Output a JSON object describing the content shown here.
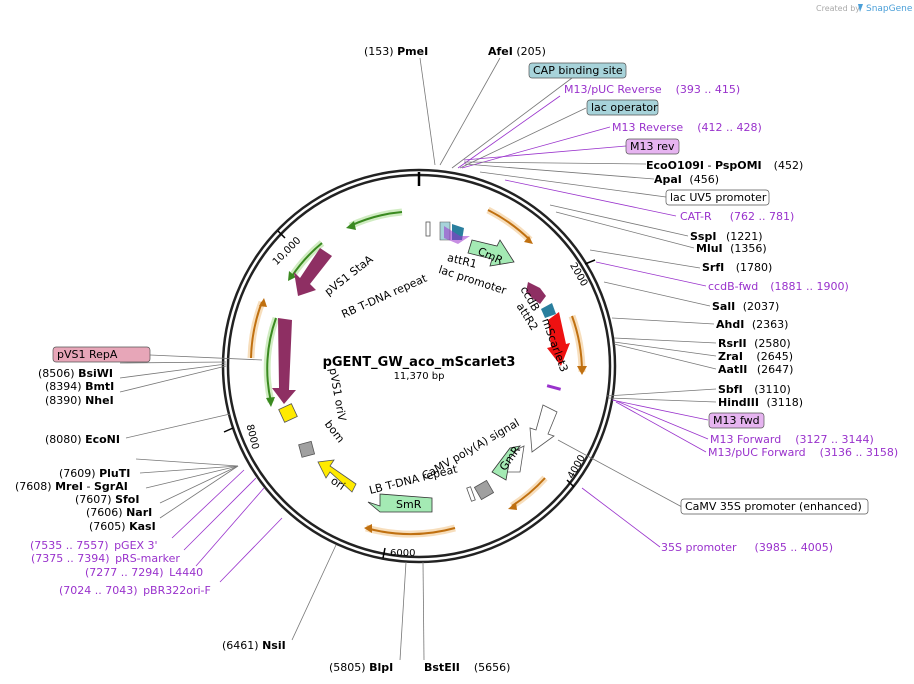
{
  "header": {
    "created_by": "Created by",
    "app_name": "SnapGene"
  },
  "plasmid": {
    "name": "pGENT_GW_aco_mScarlet3",
    "size": "11,370 bp",
    "ruler": [
      "2000",
      "4000",
      "6000",
      "8000",
      "10,000"
    ]
  },
  "colors": {
    "backbone": "#222222",
    "enzyme": "#000000",
    "primer": "#9932cc",
    "feature_box_blue": "#a7d3da",
    "feature_box_purple": "#e6b4f0",
    "feature_box_pink": "#e7a6b8",
    "resistance": "#a4eab4",
    "orange": "#e8a040",
    "green": "#78c850",
    "maroon": "#8e2f63",
    "red": "#ee1111",
    "teal": "#2a7f9e",
    "yellow": "#ffea00",
    "grey": "#a0a0a0"
  },
  "labels": {
    "pmei": {
      "pos": "(153)",
      "name": "PmeI"
    },
    "afei": {
      "name": "AfeI",
      "pos": "(205)"
    },
    "cap": {
      "name": "CAP binding site"
    },
    "m13puc_rev": {
      "name": "M13/pUC Reverse",
      "pos": "(393 .. 415)"
    },
    "lac_op": {
      "name": "lac operator"
    },
    "m13_rev": {
      "name": "M13 Reverse",
      "pos": "(412 .. 428)"
    },
    "m13rev_box": {
      "name": "M13 rev"
    },
    "eco": {
      "name1": "EcoO109I",
      "sep": " - ",
      "name2": "PspOMI",
      "pos": "(452)"
    },
    "apai": {
      "name": "ApaI",
      "pos": "(456)"
    },
    "lacuv5": {
      "name": "lac UV5 promoter"
    },
    "catr": {
      "name": "CAT-R",
      "pos": "(762 .. 781)"
    },
    "sspi": {
      "name": "SspI",
      "pos": "(1221)"
    },
    "mlui": {
      "name": "MluI",
      "pos": "(1356)"
    },
    "srfi": {
      "name": "SrfI",
      "pos": "(1780)"
    },
    "ccdb_fwd": {
      "name": "ccdB-fwd",
      "pos": "(1881 .. 1900)"
    },
    "sali": {
      "name": "SalI",
      "pos": "(2037)"
    },
    "ahdi": {
      "name": "AhdI",
      "pos": "(2363)"
    },
    "rsrii": {
      "name": "RsrII",
      "pos": "(2580)"
    },
    "zrai": {
      "name": "ZraI",
      "pos": "(2645)"
    },
    "aatii": {
      "name": "AatII",
      "pos": "(2647)"
    },
    "sbfi": {
      "name": "SbfI",
      "pos": "(3110)"
    },
    "hindiii": {
      "name": "HindIII",
      "pos": "(3118)"
    },
    "m13fwd_box": {
      "name": "M13 fwd"
    },
    "m13_fwd": {
      "name": "M13 Forward",
      "pos": "(3127 .. 3144)"
    },
    "m13puc_fwd": {
      "name": "M13/pUC Forward",
      "pos": "(3136 .. 3158)"
    },
    "camv35s": {
      "name": "CaMV 35S promoter (enhanced)"
    },
    "p35s": {
      "name": "35S promoter",
      "pos": "(3985 .. 4005)"
    },
    "bsteii": {
      "name": "BstEII",
      "pos": "(5656)"
    },
    "blpi": {
      "pos": "(5805)",
      "name": "BlpI"
    },
    "nsii": {
      "pos": "(6461)",
      "name": "NsiI"
    },
    "pbr322": {
      "pos": "(7024 .. 7043)",
      "name": "pBR322ori-F"
    },
    "l4440": {
      "pos": "(7277 .. 7294)",
      "name": "L4440"
    },
    "prs": {
      "pos": "(7375 .. 7394)",
      "name": "pRS-marker"
    },
    "pgex": {
      "pos": "(7535 .. 7557)",
      "name": "pGEX 3'"
    },
    "kasi": {
      "pos": "(7605)",
      "name": "KasI"
    },
    "nari": {
      "pos": "(7606)",
      "name": "NarI"
    },
    "sfoi": {
      "pos": "(7607)",
      "name": "SfoI"
    },
    "mrei": {
      "pos": "(7608)",
      "name1": "MreI",
      "sep": " - ",
      "name2": "SgrAI"
    },
    "plut": {
      "pos": "(7609)",
      "name": "PluTI"
    },
    "econi": {
      "pos": "(8080)",
      "name": "EcoNI"
    },
    "nhei": {
      "pos": "(8390)",
      "name": "NheI"
    },
    "bmti": {
      "pos": "(8394)",
      "name": "BmtI"
    },
    "bsiwi": {
      "pos": "(8506)",
      "name": "BsiWI"
    },
    "pvs1repa": {
      "name": "pVS1 RepA"
    }
  },
  "features": {
    "cmr": "CmR",
    "ccdb": "ccdB",
    "mscarlet3": "mScarlet3",
    "gmr": "GmR",
    "smr": "SmR",
    "ori": "ori",
    "attr1": "attR1",
    "attr2": "attR2",
    "lac_promoter": "lac promoter",
    "pvs1_staa": "pVS1 StaA",
    "rb_tdna": "RB T-DNA repeat",
    "pvs1_oriv": "pVS1 oriV",
    "bom": "bom",
    "camv_polya": "CaMV poly(A) signal",
    "lb_tdna": "LB T-DNA repeat"
  }
}
